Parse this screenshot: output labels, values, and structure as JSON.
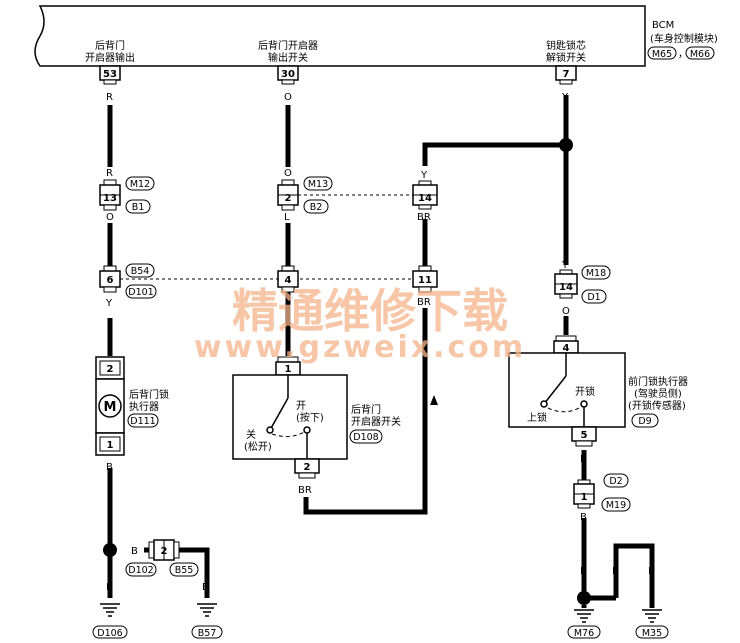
{
  "bcm": {
    "name": "BCM",
    "desc": "(车身控制模块)",
    "conn1": "M65",
    "sep": "，",
    "conn2": "M66"
  },
  "terminals": {
    "t53": {
      "pin": "53",
      "label1": "后背门",
      "label2": "开启器输出",
      "wire": "R"
    },
    "t30": {
      "pin": "30",
      "label1": "后背门开启器",
      "label2": "输出开关",
      "wire": "O"
    },
    "t7": {
      "pin": "7",
      "label1": "钥匙锁芯",
      "label2": "解锁开关",
      "wire": "Y"
    }
  },
  "left": {
    "m12": {
      "wire_top": "R",
      "tag": "M12",
      "pin": "13",
      "tag2": "B1",
      "wire_bottom": "O"
    },
    "b54": {
      "pin": "6",
      "tag": "B54",
      "tag2": "D101",
      "wire_bottom": "Y"
    },
    "actuator": {
      "pin_top": "2",
      "pin_bottom": "1",
      "label1": "后背门锁",
      "label2": "执行器",
      "tag": "D111",
      "motor": "M"
    },
    "wire_below": "B",
    "junction": {
      "wire": "B",
      "pin": "2",
      "tag": "D102",
      "tag2": "B55",
      "wire2": "B"
    },
    "ground1": {
      "wire": "B",
      "tag": "D106"
    },
    "ground2": {
      "tag": "B57"
    }
  },
  "middle": {
    "m13": {
      "wire_top": "O",
      "pin": "2",
      "tag": "M13",
      "tag2": "B2",
      "wire_bottom": "L"
    },
    "c4": {
      "pin": "4"
    },
    "switch": {
      "pin_top": "1",
      "pin_bottom": "2",
      "open_label1": "开",
      "open_label2": "(按下)",
      "close_label1": "关",
      "close_label2": "(松开)",
      "label1": "后背门",
      "label2": "开启器开关",
      "tag": "D108",
      "wire_out": "BR"
    }
  },
  "cross": {
    "wire_top": "Y",
    "pin1": "14",
    "wire_mid": "BR",
    "pin2": "11",
    "wire_bottom": "BR"
  },
  "right": {
    "m18": {
      "wire_top": "Y",
      "tag": "M18",
      "pin": "14",
      "tag2": "D1",
      "wire_bottom": "O"
    },
    "actuator": {
      "pin_top": "4",
      "pin_bottom": "5",
      "unlock": "开锁",
      "lock": "上锁",
      "label1": "前门锁执行器",
      "label2": "(驾驶员侧)",
      "label3": "(开锁传感器)",
      "tag": "D9"
    },
    "d2": {
      "wire_top": "B",
      "tag": "D2",
      "pin": "1",
      "tag2": "M19",
      "wire_bottom": "B"
    },
    "ground_m76": {
      "wire1": "B",
      "wire2": "B",
      "tag": "M76"
    },
    "ground_m35": {
      "wire": "B",
      "tag": "M35"
    }
  },
  "watermark": {
    "line1": "精通维修下载",
    "line2": "www.gzweix.com"
  }
}
